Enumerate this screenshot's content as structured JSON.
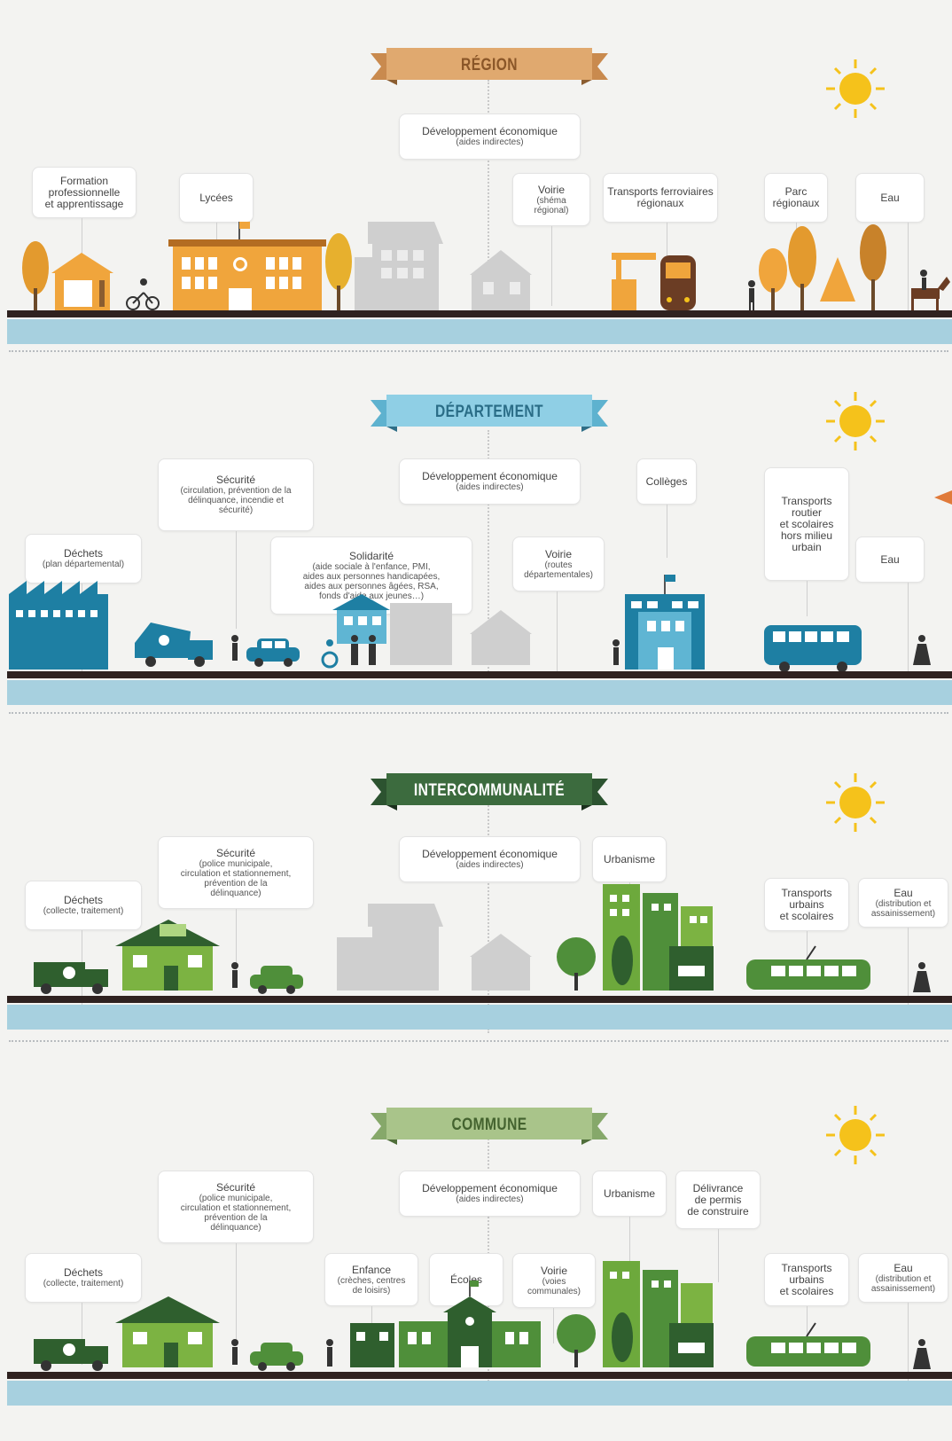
{
  "sections": {
    "region": {
      "title": "RÉGION",
      "colors": {
        "banner": "#e0a96f",
        "banner_dark": "#b07a43",
        "text": "#8a5628",
        "buildings": "#f0a53c",
        "trees": "#e39a2e"
      },
      "labels": {
        "formation": [
          "Formation",
          "professionnelle",
          "et apprentissage"
        ],
        "lycees": [
          "Lycées"
        ],
        "dev": [
          "Développement économique",
          "(aides indirectes)"
        ],
        "voirie": [
          "Voirie",
          "(shéma",
          "régional)"
        ],
        "transports": [
          "Transports ferroviaires",
          "régionaux"
        ],
        "parc": [
          "Parc",
          "régionaux"
        ],
        "eau": [
          "Eau"
        ]
      }
    },
    "departement": {
      "title": "DÉPARTEMENT",
      "colors": {
        "banner": "#8fcfe5",
        "banner_dark": "#4e9bb7",
        "text": "#2a6d87",
        "buildings": "#1e7fa3"
      },
      "labels": {
        "securite": [
          "Sécurité",
          "(circulation, prévention de la",
          "délinquance, incendie et",
          "sécurité)"
        ],
        "dev": [
          "Développement économique",
          "(aides indirectes)"
        ],
        "colleges": [
          "Collèges"
        ],
        "dechets": [
          "Déchets",
          "(plan départemental)"
        ],
        "solidarite": [
          "Solidarité",
          "(aide sociale à l'enfance, PMI,",
          "aides aux personnes handicapées,",
          "aides aux personnes âgées, RSA,",
          "fonds d'aide aux jeunes…)"
        ],
        "voirie": [
          "Voirie",
          "(routes",
          "départementales)"
        ],
        "transports": [
          "Transports",
          "routier",
          "et scolaires",
          "hors milieu",
          "urbain"
        ],
        "eau": [
          "Eau"
        ]
      }
    },
    "intercommunalite": {
      "title": "INTERCOMMUNALITÉ",
      "colors": {
        "banner": "#3c6b3e",
        "banner_dark": "#24452a",
        "text": "#ffffff",
        "buildings": "#4f8f3a"
      },
      "labels": {
        "securite": [
          "Sécurité",
          "(police municipale,",
          "circulation et stationnement,",
          "prévention de la",
          "délinquance)"
        ],
        "dev": [
          "Développement économique",
          "(aides indirectes)"
        ],
        "urbanisme": [
          "Urbanisme"
        ],
        "dechets": [
          "Déchets",
          "(collecte, traitement)"
        ],
        "transports": [
          "Transports",
          "urbains",
          "et scolaires"
        ],
        "eau": [
          "Eau",
          "(distribution et",
          "assainissement)"
        ]
      }
    },
    "commune": {
      "title": "COMMUNE",
      "colors": {
        "banner": "#a9c48a",
        "banner_dark": "#6d8f52",
        "text": "#44632f",
        "buildings": "#4f8f3a"
      },
      "labels": {
        "securite": [
          "Sécurité",
          "(police municipale,",
          "circulation et stationnement,",
          "prévention de la",
          "délinquance)"
        ],
        "dev": [
          "Développement économique",
          "(aides indirectes)"
        ],
        "urbanisme": [
          "Urbanisme"
        ],
        "permis": [
          "Délivrance",
          "de permis",
          "de construire"
        ],
        "dechets": [
          "Déchets",
          "(collecte, traitement)"
        ],
        "enfance": [
          "Enfance",
          "(crèches, centres",
          "de loisirs)"
        ],
        "ecoles": [
          "Écoles"
        ],
        "voirie": [
          "Voirie",
          "(voies",
          "communales)"
        ],
        "transports": [
          "Transports",
          "urbains",
          "et scolaires"
        ],
        "eau": [
          "Eau",
          "(distribution et",
          "assainissement)"
        ]
      }
    }
  },
  "icons": {
    "sun": "sun-icon",
    "arrow": "arrow-icon",
    "truck": "garbage-truck-icon",
    "bus": "bus-icon",
    "train": "train-icon",
    "tram": "tram-icon",
    "car": "car-icon",
    "factory": "factory-icon",
    "pedestrian": "pedestrian-icon",
    "rider": "horse-rider-icon",
    "cyclist": "cyclist-icon",
    "wheelchair": "wheelchair-icon"
  },
  "palette": {
    "sun": "#f5c21b",
    "ground": "#2f2220",
    "water": "#a7d0df",
    "grey_building": "#c9c9c9",
    "arrow": "#e07a3a"
  }
}
